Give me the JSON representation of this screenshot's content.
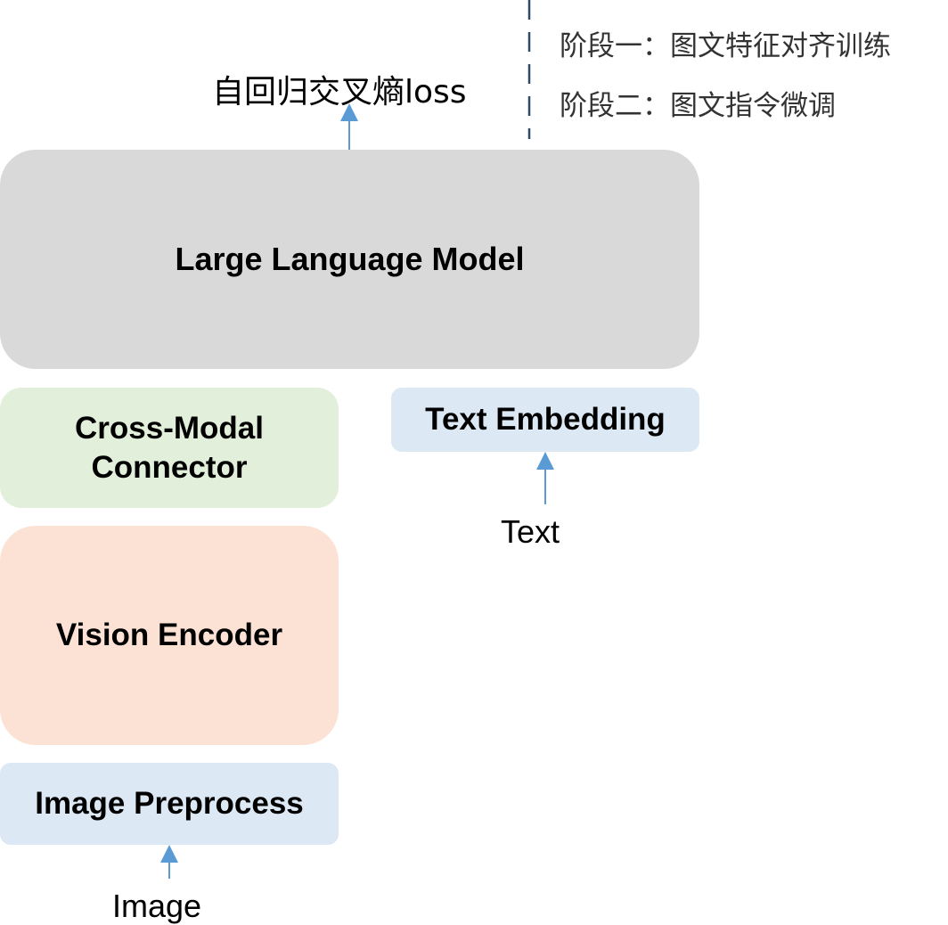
{
  "diagram": {
    "loss_label": "自回归交叉熵loss",
    "llm_label": "Large Language Model",
    "connector_label_line1": "Cross-Modal",
    "connector_label_line2": "Connector",
    "text_embedding_label": "Text Embedding",
    "text_input_label": "Text",
    "vision_encoder_label": "Vision Encoder",
    "image_preprocess_label": "Image Preprocess",
    "image_input_label": "Image",
    "legend": {
      "stage1": "阶段一：图文特征对齐训练",
      "stage2": "阶段二：图文指令微调"
    }
  },
  "colors": {
    "llm_fill": "#d9d9d9",
    "connector_fill": "#e2efda",
    "vision_fill": "#fbe2d5",
    "embedding_fill": "#dde8f5",
    "arrow": "#5b9bd5",
    "divider": "#2e4a66"
  }
}
